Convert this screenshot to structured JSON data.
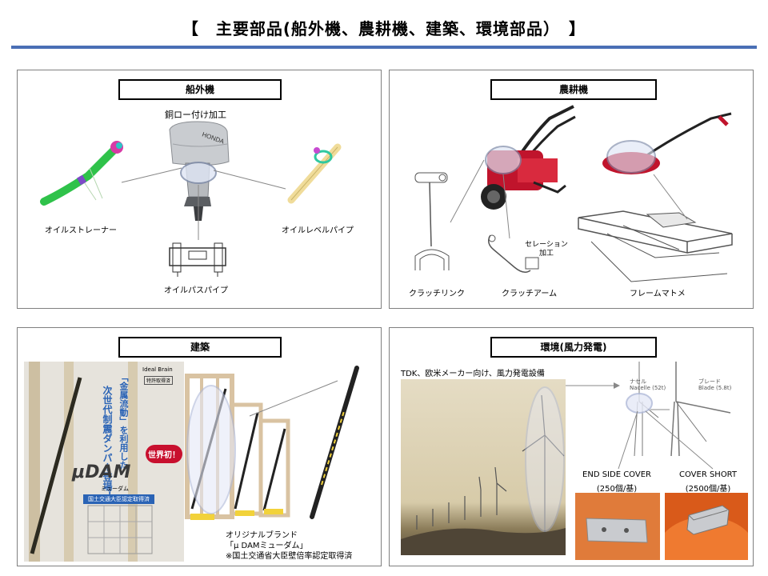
{
  "page": {
    "title": "【　主要部品(船外機、農耕機、建築、環境部品）　】"
  },
  "panels": {
    "outboard": {
      "title": "船外機",
      "labels": {
        "brazing": "銅ロー付け加工",
        "strainer": "オイルストレーナー",
        "level_pipe": "オイルレベルパイプ",
        "pass_pipe": "オイルパスパイプ"
      },
      "brand": "HONDA"
    },
    "agri": {
      "title": "農耕機",
      "labels": {
        "clutch_link": "クラッチリンク",
        "clutch_arm": "クラッチアーム",
        "serration_1": "セレーション",
        "serration_2": "加工",
        "frame": "フレームマトメ"
      }
    },
    "building": {
      "title": "建築",
      "poster": {
        "logo_name": "Ideal Brain",
        "badge": "特許取得済",
        "headline_1": "「金属流動」を利用した",
        "headline_2": "次世代制震ダンパー登場！",
        "product": "μDAM",
        "product_kana": "ミューダム",
        "cert_banner": "国土交通大臣認定取得済",
        "world_first": "世界初！"
      },
      "labels": {
        "brand_1": "オリジナルブランド",
        "brand_2": "「μ DAMミューダム」",
        "brand_3": "※国土交通省大臣壁倍率認定取得済"
      }
    },
    "environment": {
      "title": "環境(風力発電)",
      "labels": {
        "caption": "TDK、欧米メーカー向け、風力発電設備",
        "end_cover": "END SIDE COVER",
        "end_cover_qty": "(250個/基)",
        "cover_short": "COVER SHORT",
        "cover_short_qty": "(2500個/基)"
      },
      "diagram": {
        "nacelle_1": "ナセル",
        "nacelle_2": "Nacelle (52t)",
        "blade_1": "ブレード",
        "blade_2": "Blade (5.8t)"
      }
    }
  },
  "colors": {
    "rule": "#4a6fb5",
    "outboard_body": "#c9ccd0",
    "tiller_red": "#c0142c",
    "strainer_green": "#2fc24a",
    "pipe_tan": "#f0dc9a",
    "poster_blue": "#2a63b5",
    "cover_orange": "#e0621e"
  }
}
